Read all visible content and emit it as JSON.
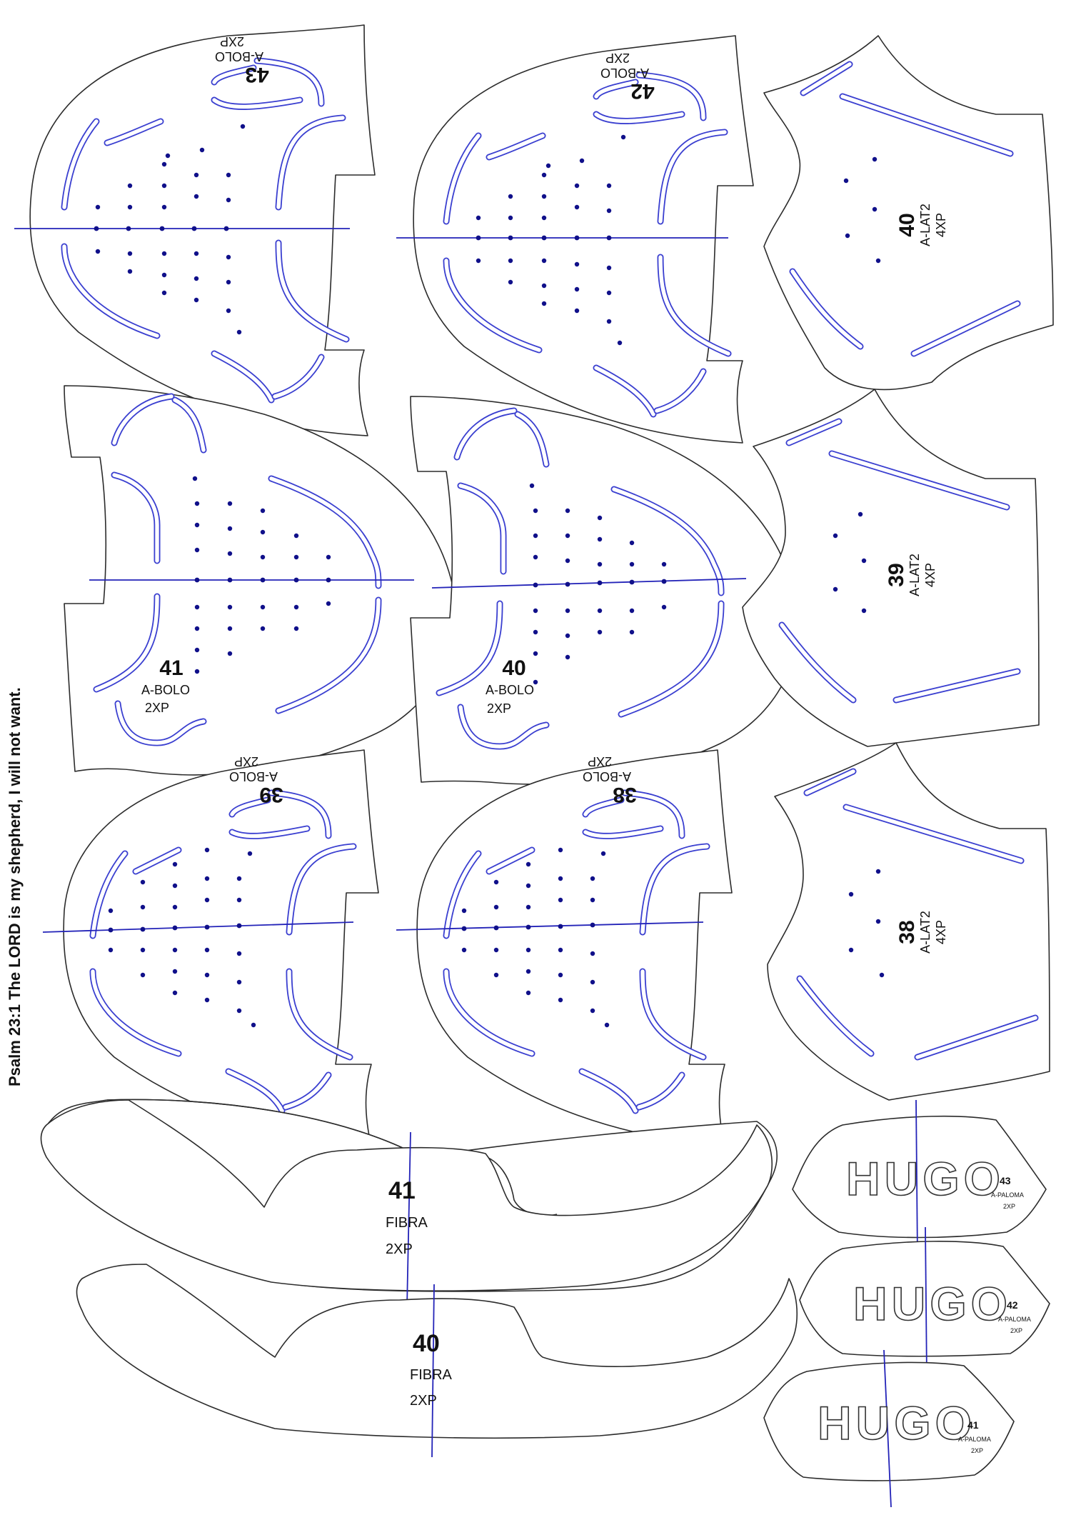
{
  "sheet": {
    "verse": "Psalm 23:1 The LORD is my shepherd, I will not want."
  },
  "pieces": {
    "bolo_43": {
      "number": "43",
      "name": "A-BOLO",
      "qty": "2XP"
    },
    "bolo_42": {
      "number": "42",
      "name": "A-BOLO",
      "qty": "2XP"
    },
    "bolo_41": {
      "number": "41",
      "name": "A-BOLO",
      "qty": "2XP"
    },
    "bolo_40": {
      "number": "40",
      "name": "A-BOLO",
      "qty": "2XP"
    },
    "bolo_39": {
      "number": "39",
      "name": "A-BOLO",
      "qty": "2XP"
    },
    "bolo_38": {
      "number": "38",
      "name": "A-BOLO",
      "qty": "2XP"
    },
    "lat2_40": {
      "number": "40",
      "name": "A-LAT2",
      "qty": "4XP"
    },
    "lat2_39": {
      "number": "39",
      "name": "A-LAT2",
      "qty": "4XP"
    },
    "lat2_38": {
      "number": "38",
      "name": "A-LAT2",
      "qty": "4XP"
    },
    "fibra_41": {
      "number": "41",
      "name": "FIBRA",
      "qty": "2XP"
    },
    "fibra_40": {
      "number": "40",
      "name": "FIBRA",
      "qty": "2XP"
    },
    "paloma_43": {
      "logo": "HUGO",
      "number": "43",
      "name": "A-PALOMA",
      "qty": "2XP"
    },
    "paloma_42": {
      "logo": "HUGO",
      "number": "42",
      "name": "A-PALOMA",
      "qty": "2XP"
    },
    "paloma_41": {
      "logo": "HUGO",
      "number": "41",
      "name": "A-PALOMA",
      "qty": "2XP"
    }
  },
  "colors": {
    "stitch": "#3a3fd0",
    "axis": "#2323b8",
    "dot": "#10108a",
    "outline": "#2b2b2b"
  }
}
